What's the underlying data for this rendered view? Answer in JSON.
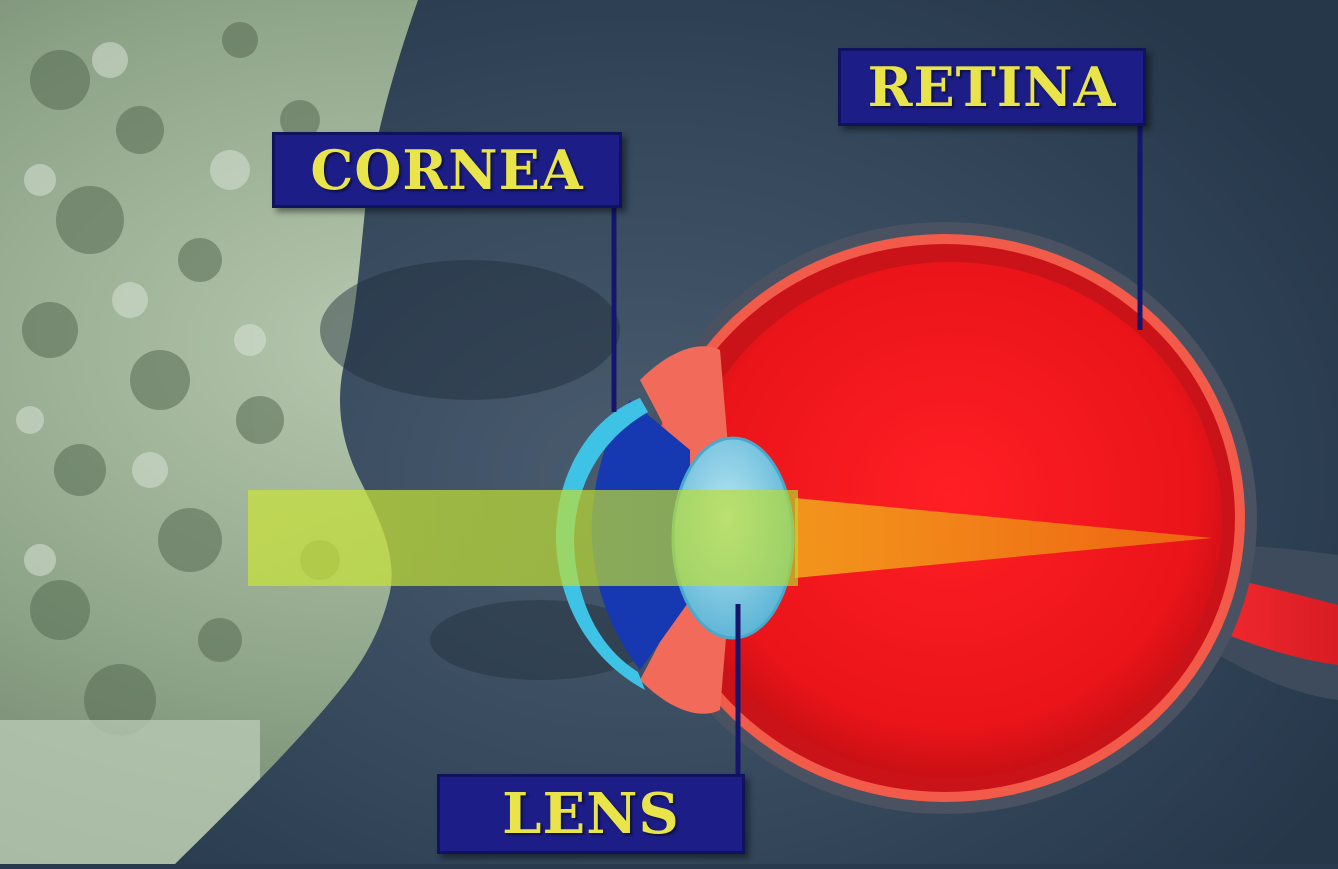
{
  "labels": {
    "cornea": "CORNEA",
    "retina": "RETINA",
    "lens": "LENS"
  },
  "colors": {
    "label_background": "#1c1d86",
    "label_text": "#e8e44a",
    "eyeball": "#e8151b",
    "cornea": "#3ec3e6",
    "lens": "#8fd0e8",
    "light_beam": "#d7e630",
    "focused_beam": "#f47a16",
    "face_background": "#2f4258"
  }
}
